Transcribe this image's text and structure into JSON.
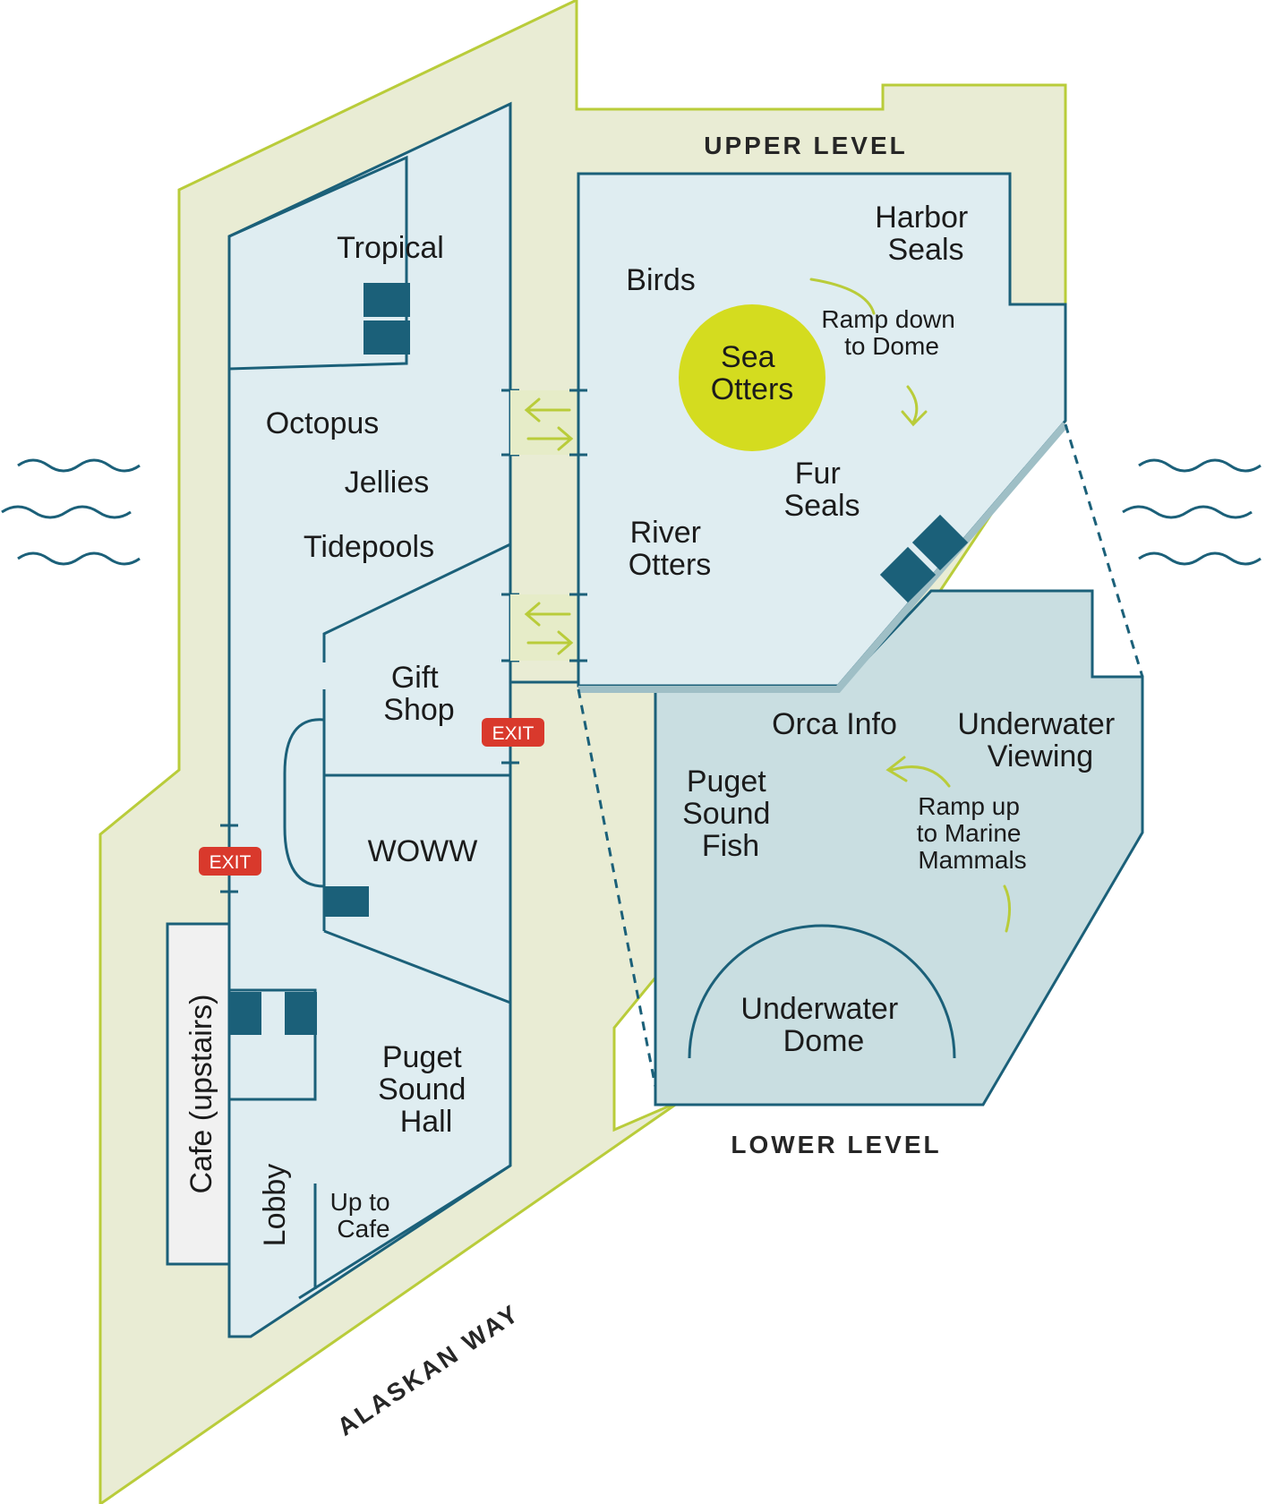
{
  "headings": {
    "upper_level": "UPPER LEVEL",
    "lower_level": "LOWER LEVEL",
    "street": "ALASKAN WAY"
  },
  "upper_left": {
    "tropical": "Tropical",
    "octopus": "Octopus",
    "jellies": "Jellies",
    "tidepools": "Tidepools",
    "gift_shop": [
      "Gift",
      "Shop"
    ],
    "woww": "WOWW",
    "puget_sound_hall": [
      "Puget",
      "Sound",
      "Hall"
    ],
    "lobby": "Lobby",
    "up_to_cafe": [
      "Up to",
      "Cafe"
    ],
    "cafe": "Cafe (upstairs)"
  },
  "upper_right": {
    "birds": "Birds",
    "harbor_seals": [
      "Harbor",
      "Seals"
    ],
    "sea_otters": [
      "Sea",
      "Otters"
    ],
    "ramp_down": [
      "Ramp down",
      "to Dome"
    ],
    "fur_seals": [
      "Fur",
      "Seals"
    ],
    "river_otters": [
      "River",
      "Otters"
    ]
  },
  "lower": {
    "orca_info": "Orca Info",
    "underwater_viewing": [
      "Underwater",
      "Viewing"
    ],
    "puget_sound_fish": [
      "Puget",
      "Sound",
      "Fish"
    ],
    "ramp_up": [
      "Ramp up",
      "to Marine",
      "Mammals"
    ],
    "underwater_dome": [
      "Underwater",
      "Dome"
    ]
  },
  "exits": {
    "label": "EXIT"
  },
  "colors": {
    "outer_ground": "#e9ecd4",
    "outline_green": "#b9cc3a",
    "room_fill": "#dfedf1",
    "wall": "#1b6079",
    "lower_fill": "#c9dee1",
    "sea_otter_circle": "#d4dc1f",
    "exit_red": "#d9392c",
    "water": "#1b6079",
    "restroom_tile": "#1b6079",
    "cafe_fill": "#f1f1f1"
  },
  "icons": [
    "restroom-icon",
    "exit-sign",
    "wave-icon",
    "direction-arrows-icon",
    "elevator-icon"
  ]
}
